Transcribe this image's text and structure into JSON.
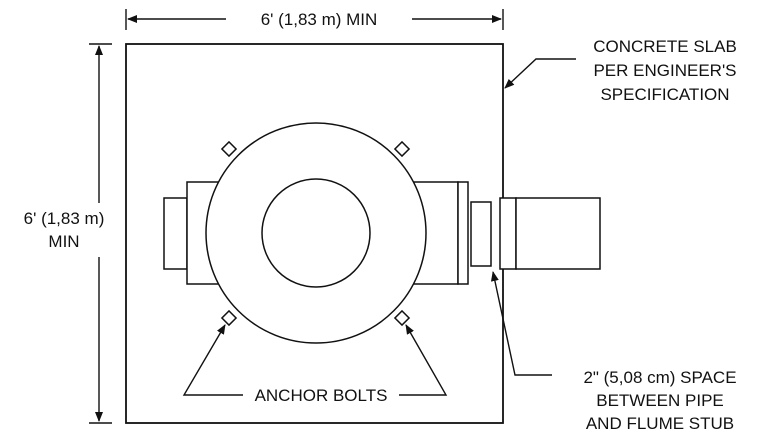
{
  "labels": {
    "top_dimension": "6' (1,83 m) MIN",
    "left_dimension_line1": "6' (1,83 m)",
    "left_dimension_line2": "MIN",
    "slab_line1": "CONCRETE SLAB",
    "slab_line2": "PER ENGINEER'S",
    "slab_line3": "SPECIFICATION",
    "anchor_bolts": "ANCHOR BOLTS",
    "space_line1": "2\" (5,08 cm) SPACE",
    "space_line2": "BETWEEN PIPE",
    "space_line3": "AND FLUME STUB"
  },
  "colors": {
    "line": "#111111",
    "background": "#ffffff"
  }
}
